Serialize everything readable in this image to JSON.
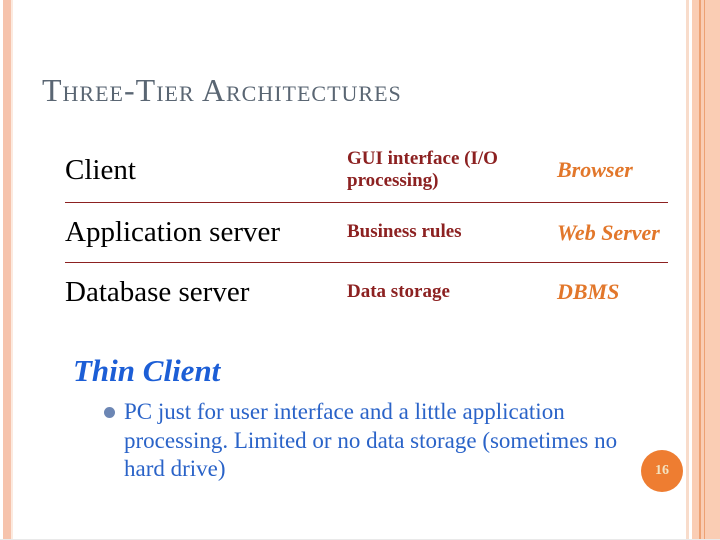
{
  "slide": {
    "title": "Three-Tier Architectures",
    "tiers": {
      "rows": [
        {
          "name": "Client",
          "function": "GUI interface (I/O processing)",
          "technology": "Browser"
        },
        {
          "name": "Application server",
          "function": "Business rules",
          "technology": "Web Server"
        },
        {
          "name": "Database server",
          "function": "Data storage",
          "technology": "DBMS"
        }
      ]
    },
    "section": {
      "heading": "Thin Client",
      "bullet": {
        "full_text": "PC just for user interface and a little application processing. Limited or no data storage (sometimes no hard drive)",
        "lines": [
          "PC just for user interface and a little application",
          "processing. Limited or no data storage (sometimes no",
          "hard drive)"
        ]
      }
    },
    "page_number": "16",
    "colors": {
      "title_gray": "#5A6673",
      "tier_name_black": "#000000",
      "function_maroon": "#8C2121",
      "technology_orange": "#E2772B",
      "separator_maroon": "#8C2121",
      "heading_blue": "#1C5ED6",
      "body_blue": "#2A63C8",
      "bullet_dot_blue": "#6C86B4",
      "badge_orange": "#EE7D31",
      "badge_text_cream": "#F3E2C0",
      "stripe_peach": "#F6C3AC",
      "band_peach": "#FACDB4",
      "band_line_orange": "#EDA173"
    }
  }
}
